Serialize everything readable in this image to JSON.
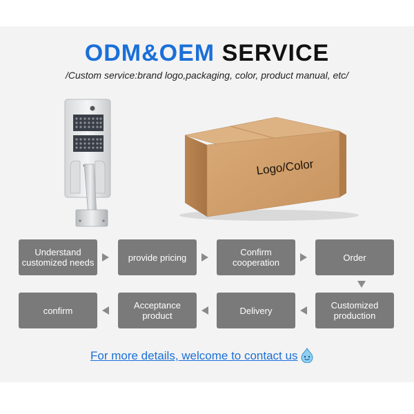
{
  "header": {
    "title_part1": "ODM&OEM",
    "title_part2": "SERVICE",
    "subtitle": "/Custom service:brand logo,packaging, color, product manual, etc/"
  },
  "box": {
    "label": "Logo/Color"
  },
  "flow": {
    "steps": [
      "Understand customized needs",
      "provide pricing",
      "Confirm cooperation",
      "Order",
      "Customized production",
      "Delivery",
      "Acceptance product",
      "confirm"
    ]
  },
  "footer": {
    "contact_text": "For more details, welcome to contact us"
  },
  "colors": {
    "accent": "#1a6fd8",
    "step_bg": "#7a7a7a",
    "panel_bg": "#f3f3f3"
  },
  "icons": {
    "contact": "smiley-drop-icon",
    "arrow": "triangle-arrow-icon"
  }
}
